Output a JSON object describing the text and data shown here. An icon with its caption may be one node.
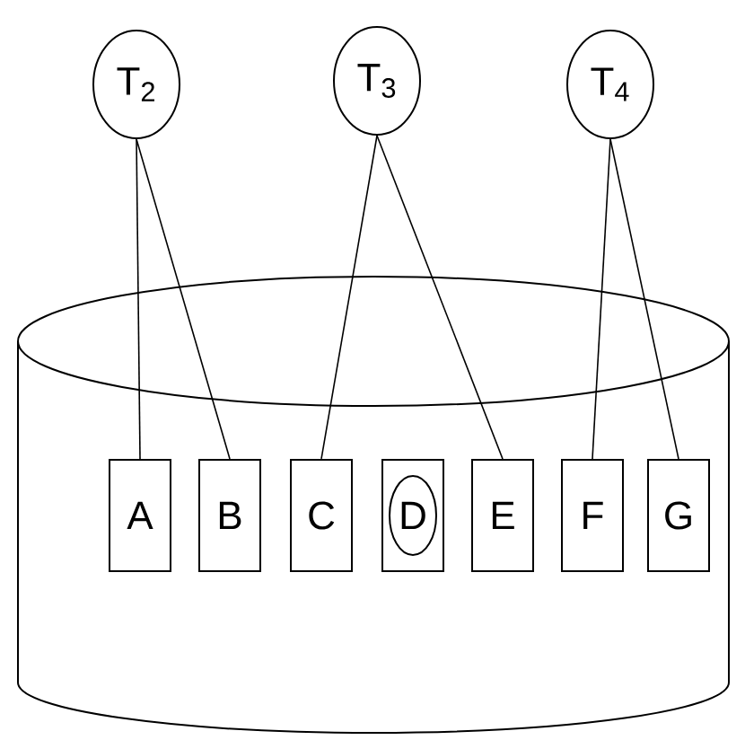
{
  "diagram": {
    "nodes": [
      {
        "text": [
          "T$_{2}$"
        ]
      },
      {
        "text": [
          "T$_{3}$"
        ]
      },
      {
        "text": [
          "T$_{4}$"
        ]
      },
      {
        "text": [],
        "shape": "cylinder"
      },
      {
        "text": [
          "A"
        ],
        "in": 3
      },
      {
        "text": [
          "B"
        ],
        "in": 3
      },
      {
        "text": [
          "C"
        ],
        "in": 3
      },
      {
        "text": [],
        "shape": "box",
        "in": 3
      },
      {
        "text": [
          "D"
        ],
        "in": 7
      },
      {
        "text": [
          "E"
        ],
        "in": 3
      },
      {
        "text": [
          "F"
        ],
        "in": 3
      },
      {
        "text": [
          "G"
        ],
        "in": 3
      }
    ],
    "edges": [
      {
        "from": 0,
        "to": 4,
        "arrow": "none"
      },
      {
        "from": 0,
        "to": 5,
        "arrow": "none"
      },
      {
        "from": 1,
        "to": 6,
        "arrow": "none"
      },
      {
        "from": 1,
        "to": 9,
        "arrow": "none"
      },
      {
        "from": 2,
        "to": 10,
        "arrow": "none"
      },
      {
        "from": 2,
        "to": 11,
        "arrow": "none"
      }
    ]
  }
}
